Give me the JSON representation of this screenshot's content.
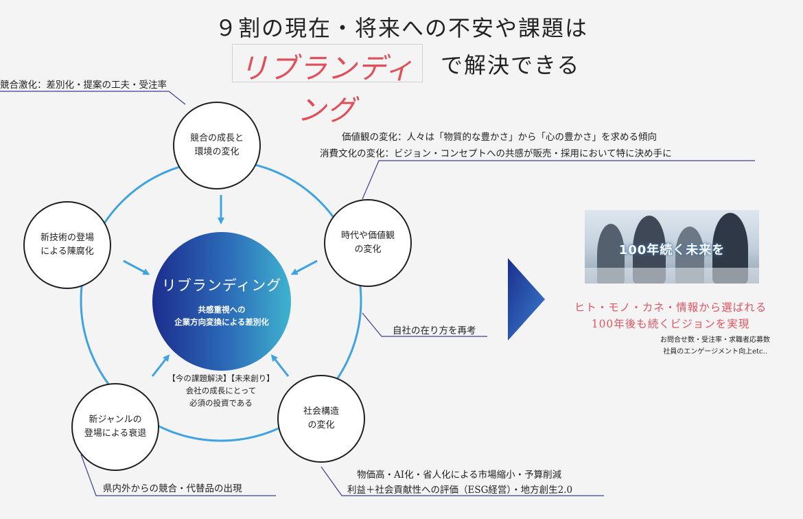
{
  "header": {
    "line1": "９割の現在・将来への不安や課題は",
    "accent": "リブランディング",
    "line2_rest": "で解決できる"
  },
  "center": {
    "title": "リブランディング",
    "subtitle": "共感重視への\n企業方向変換による差別化"
  },
  "nodes": [
    {
      "label": "競合の成長と\n環境の変化"
    },
    {
      "label": "時代や価値観\nの変化"
    },
    {
      "label": "社会構造\nの変化"
    },
    {
      "label": "新ジャンルの\n登場による衰退"
    },
    {
      "label": "新技術の登場\nによる陳腐化"
    }
  ],
  "annotations": {
    "competition": "競合激化：差別化・提案の工夫・受注率",
    "values_1": "価値観の変化：人々は「物質的な豊かさ」から「心の豊かさ」を求める傾向",
    "values_2": "消費文化の変化：ビジョン・コンセプトへの共感が販売・採用において特に決め手に",
    "self": "自社の在り方を再考",
    "social_1": "物価高・AI化・省人化による市場縮小・予算削減",
    "social_2": "利益＋社会貢献性への評価（ESG経営）・地方創生2.0",
    "regional": "県内外からの競合・代替品の出現",
    "investment": "【今の課題解決】【未来創り】\n会社の成長にとって\n必須の投資である"
  },
  "result": {
    "photo_caption": "100年続く未来を",
    "line1": "ヒト・モノ・カネ・情報から選ばれる",
    "line2": "100年後も続くビジョンを実現",
    "small_1": "お問合せ数・受注率・求職者応募数",
    "small_2": "社員のエンゲージメント向上etc.."
  },
  "colors": {
    "ring": "#3ea3e0",
    "leader": "#3a3f8f",
    "accent_red": "#e05560",
    "big_arrow": "#1f3f9a"
  }
}
